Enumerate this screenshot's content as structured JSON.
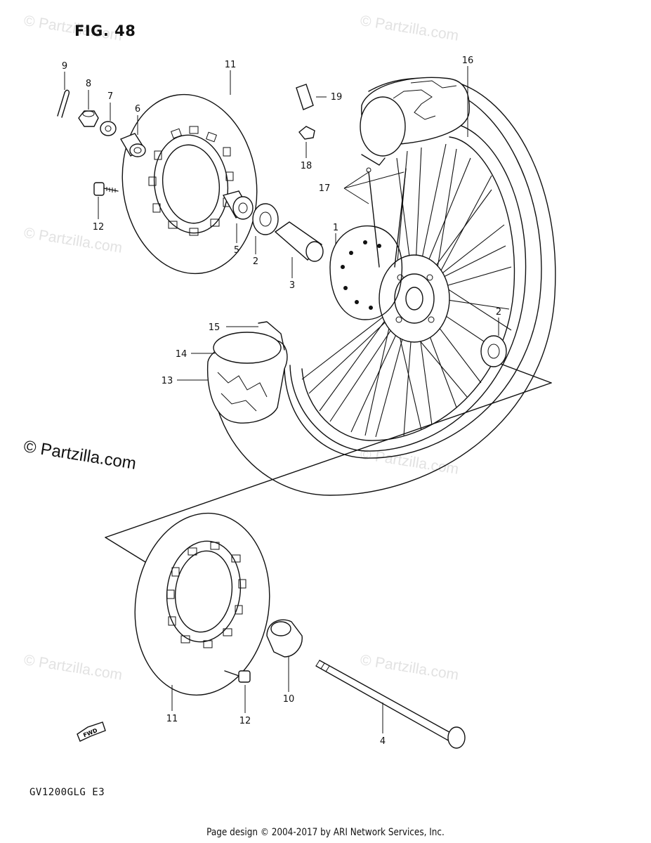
{
  "figure": {
    "title": "FIG. 48",
    "model_code": "GV1200GLG  E3",
    "footer": "Page design © 2004-2017 by ARI Network Services, Inc.",
    "watermark": "© Partzilla.com",
    "fwd_label": "FWD"
  },
  "callouts": [
    {
      "id": "c-9",
      "label": "9"
    },
    {
      "id": "c-8",
      "label": "8"
    },
    {
      "id": "c-7",
      "label": "7"
    },
    {
      "id": "c-6",
      "label": "6"
    },
    {
      "id": "c-11-top",
      "label": "11"
    },
    {
      "id": "c-16",
      "label": "16"
    },
    {
      "id": "c-19",
      "label": "19"
    },
    {
      "id": "c-18",
      "label": "18"
    },
    {
      "id": "c-17",
      "label": "17"
    },
    {
      "id": "c-12-top",
      "label": "12"
    },
    {
      "id": "c-1",
      "label": "1"
    },
    {
      "id": "c-5",
      "label": "5"
    },
    {
      "id": "c-2-left",
      "label": "2"
    },
    {
      "id": "c-3",
      "label": "3"
    },
    {
      "id": "c-2-right",
      "label": "2"
    },
    {
      "id": "c-15",
      "label": "15"
    },
    {
      "id": "c-14",
      "label": "14"
    },
    {
      "id": "c-13",
      "label": "13"
    },
    {
      "id": "c-10",
      "label": "10"
    },
    {
      "id": "c-11-bottom",
      "label": "11"
    },
    {
      "id": "c-12-bottom",
      "label": "12"
    },
    {
      "id": "c-4",
      "label": "4"
    }
  ]
}
